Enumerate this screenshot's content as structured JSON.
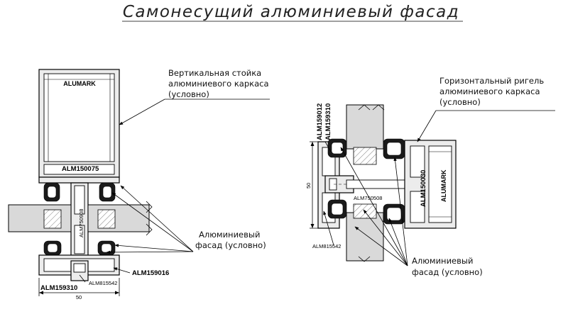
{
  "title": "Самонесущий алюминиевый фасад",
  "left_section": {
    "profile_brand": "ALUMARK",
    "mullion_code": "ALM150075",
    "vertical_code": "ALM750908",
    "bottom_right_code": "ALM159016",
    "bottom_left_code": "ALM159310",
    "bottom_small_code": "ALM815542",
    "dimension": "50",
    "label_mullion": [
      "Вертикальная стойка",
      "алюминиевого каркаса",
      "(условно)"
    ],
    "label_facade": [
      "Алюминиевый",
      "фасад (условно)"
    ]
  },
  "right_section": {
    "profile_brand": "ALUMARK",
    "transom_code": "ALM150030",
    "top_code_1": "ALM159012",
    "top_code_2": "ALM159310",
    "center_code": "ALM750508",
    "bottom_left_code": "ALM815542",
    "dimension": "50",
    "label_transom": [
      "Горизонтальный ригель",
      "алюминиевого каркаса",
      "(условно)"
    ],
    "label_facade": [
      "Алюминиевый",
      "фасад (условно)"
    ]
  }
}
